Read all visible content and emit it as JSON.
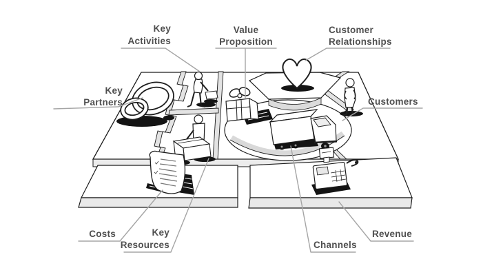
{
  "canvas": {
    "background": "#ffffff",
    "colors": {
      "label_text": "#4f4f4f",
      "leader_line": "#a5a5a5",
      "ink": "#1d1d1d",
      "surface_shade": "#e7e7e7",
      "shadow": "#141414"
    },
    "blocks": {
      "key_partners": {
        "label_line1": "Key",
        "label_line2": "Partners",
        "icon": "interlocked-rings-icon"
      },
      "key_activities": {
        "label_line1": "Key",
        "label_line2": "Activities",
        "icon": "working-person-icon"
      },
      "key_resources": {
        "label_line1": "Key",
        "label_line2": "Resources",
        "icon": "person-with-box-icon"
      },
      "value_proposition": {
        "label_line1": "Value",
        "label_line2": "Proposition",
        "icon": "gift-box-icon"
      },
      "customer_relationships": {
        "label_line1": "Customer",
        "label_line2": "Relationships",
        "icon": "heart-icon"
      },
      "customers": {
        "label": "Customers",
        "icon": "standing-person-icon"
      },
      "channels": {
        "label": "Channels",
        "icon": "delivery-truck-icon"
      },
      "costs": {
        "label": "Costs",
        "icon": "cost-sheet-icon"
      },
      "revenue": {
        "label": "Revenue",
        "icon": "cash-register-icon"
      }
    }
  }
}
